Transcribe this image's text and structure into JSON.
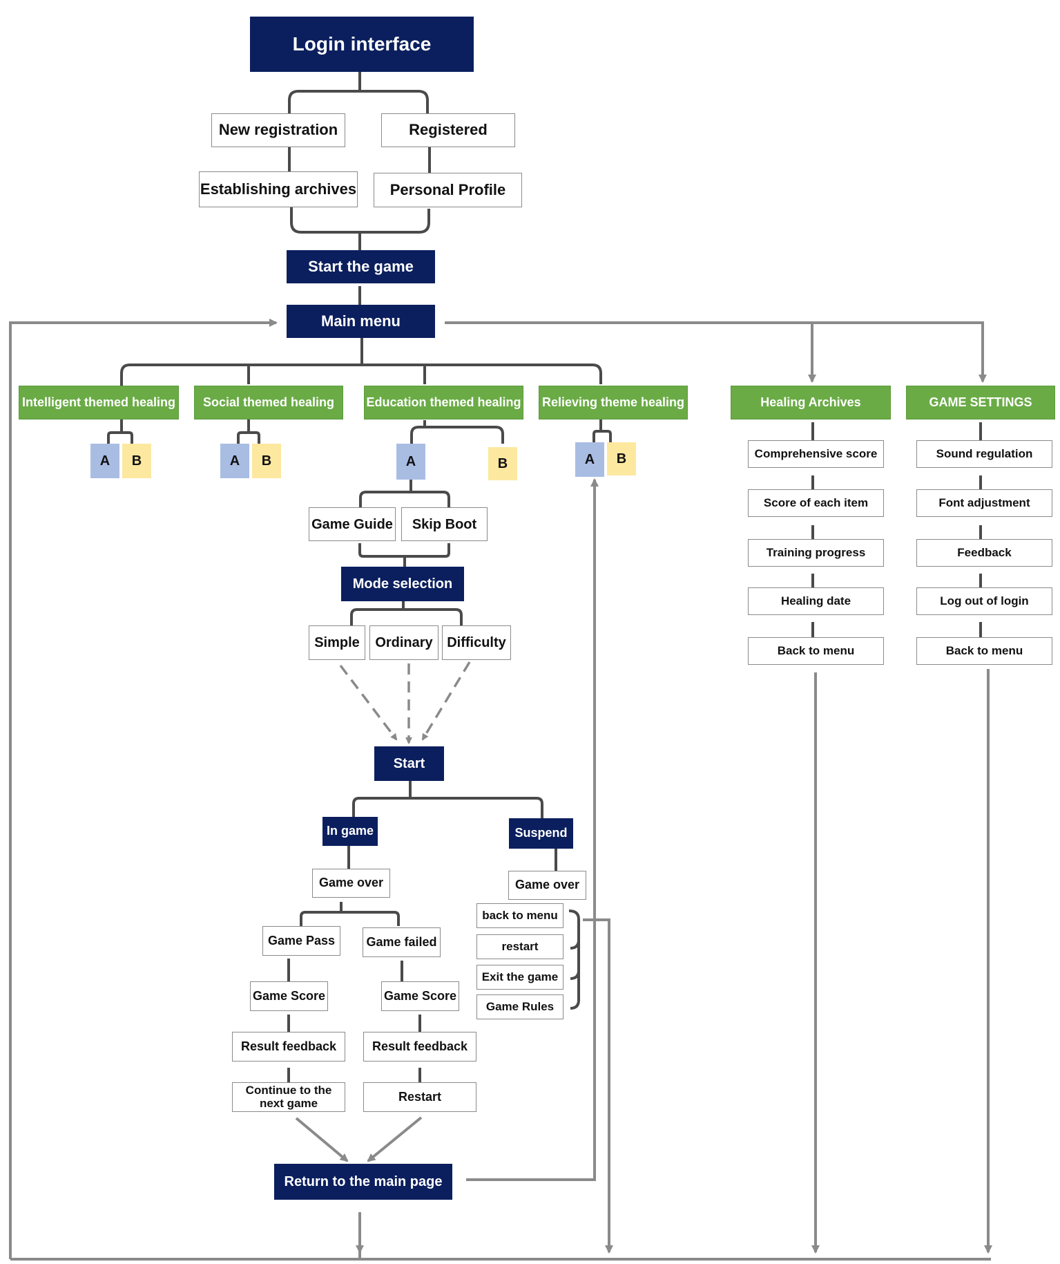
{
  "login": "Login interface",
  "new_registration": "New registration",
  "registered": "Registered",
  "establishing_archives": "Establishing archives",
  "personal_profile": "Personal Profile",
  "start_game": "Start the game",
  "main_menu": "Main menu",
  "modules": {
    "intelligent": "Intelligent themed healing",
    "social": "Social themed healing",
    "education": "Education themed healing",
    "relieving": "Relieving theme healing",
    "healing_archives": "Healing Archives",
    "game_settings": "GAME SETTINGS"
  },
  "tags": {
    "a": "A",
    "b": "B"
  },
  "game_guide": "Game Guide",
  "skip_boot": "Skip Boot",
  "mode_selection": "Mode selection",
  "modes": {
    "simple": "Simple",
    "ordinary": "Ordinary",
    "difficulty": "Difficulty"
  },
  "start": "Start",
  "in_game": "In game",
  "suspend": "Suspend",
  "game_over": "Game over",
  "game_pass": "Game Pass",
  "game_failed": "Game failed",
  "game_score": "Game Score",
  "result_feedback": "Result feedback",
  "continue_next": "Continue to the next game",
  "restart_cap": "Restart",
  "suspend_options": {
    "back_to_menu": "back to menu",
    "restart": "restart",
    "exit": "Exit the game",
    "rules": "Game Rules"
  },
  "return_main": "Return to the main page",
  "archives_items": {
    "comprehensive": "Comprehensive score",
    "each_item": "Score of each item",
    "progress": "Training progress",
    "date": "Healing date",
    "back": "Back to menu"
  },
  "settings_items": {
    "sound": "Sound regulation",
    "font": "Font adjustment",
    "feedback": "Feedback",
    "logout": "Log out of login",
    "back": "Back to menu"
  },
  "colors": {
    "navy": "#0b1f5e",
    "green": "#6aab46",
    "tag_a": "#a9bde3",
    "tag_b": "#fde8a0",
    "connector_dark": "#4a4a4a",
    "connector_gray": "#8a8a8a"
  }
}
